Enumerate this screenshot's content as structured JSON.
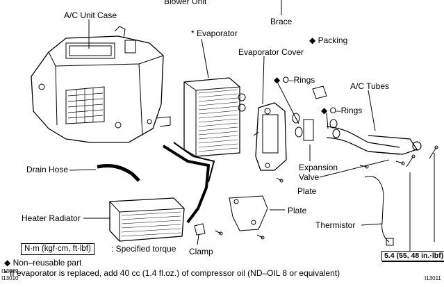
{
  "labels": {
    "blower_unit": "Blower Unit",
    "brace": "Brace",
    "ac_unit_case": "A/C Unit Case",
    "evaporator": "* Evaporator",
    "packing": "◆ Packing",
    "evaporator_cover": "Evaporator Cover",
    "o_rings_1": "◆ O–Rings",
    "ac_tubes": "A/C Tubes",
    "o_rings_2": "◆ O–Rings",
    "expansion_valve_line1": "Expansion",
    "expansion_valve_line2": "Valve",
    "drain_hose": "Drain Hose",
    "plate_1": "Plate",
    "plate_2": "Plate",
    "heater_radiator": "Heater Radiator",
    "thermistor": "Thermistor",
    "clamp": "Clamp",
    "torque_value": "5.4 (55, 48 in.·lbf)"
  },
  "legend": {
    "torque_unit_box": "N·m (kgf·cm, ft·lbf)",
    "torque_unit_desc": ": Specified torque",
    "non_reusable": "◆ Non–reusable part",
    "evaporator_note": "* If evaporator is replaced, add 40 cc (1.4 fl.oz.) of compressor oil (ND–OIL 8 or equivalent)"
  },
  "codes": {
    "left_top": "I13009",
    "left_bottom": "I13010",
    "right": "I13011"
  }
}
